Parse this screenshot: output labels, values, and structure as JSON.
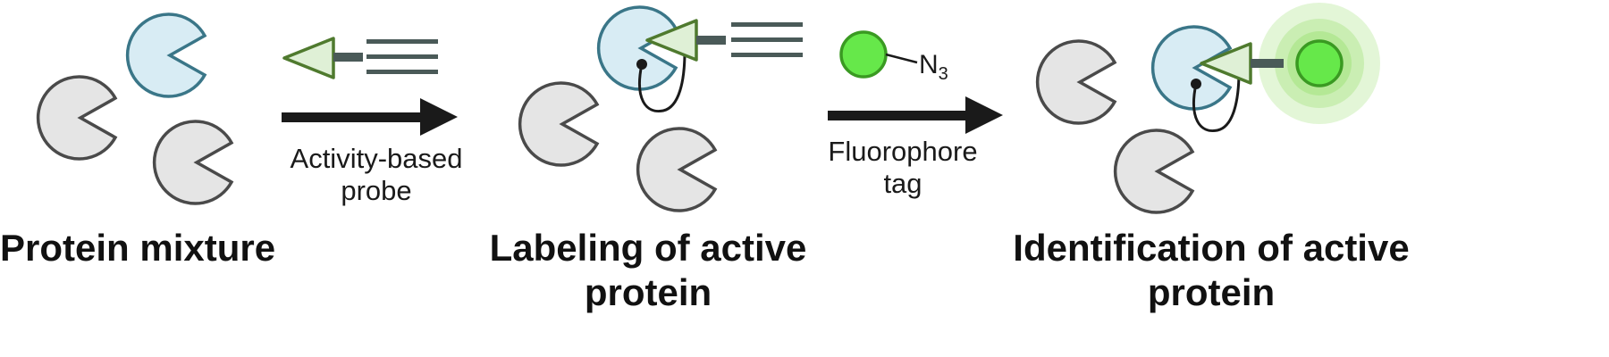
{
  "stages": [
    {
      "title": "Protein mixture"
    },
    {
      "title_line1": "Labeling of active",
      "title_line2": "protein"
    },
    {
      "title_line1": "Identification of active",
      "title_line2": "protein"
    }
  ],
  "arrows": [
    {
      "label_line1": "Activity-based",
      "label_line2": "probe"
    },
    {
      "label_line1": "Fluorophore",
      "label_line2": "tag"
    }
  ],
  "azide": {
    "symbol": "N",
    "subscript": "3"
  },
  "colors": {
    "inactive_fill": "#e5e5e5",
    "inactive_stroke": "#4a4a4a",
    "active_fill": "#d8ecf4",
    "active_stroke": "#3a7688",
    "probe_fill": "#dff0d6",
    "probe_stroke": "#4f7a2e",
    "linker": "#4a5a58",
    "fluor_fill": "#66e84a",
    "fluor_stroke": "#3a9a22",
    "glow": "#9ae070",
    "arrow": "#1a1a1a"
  }
}
